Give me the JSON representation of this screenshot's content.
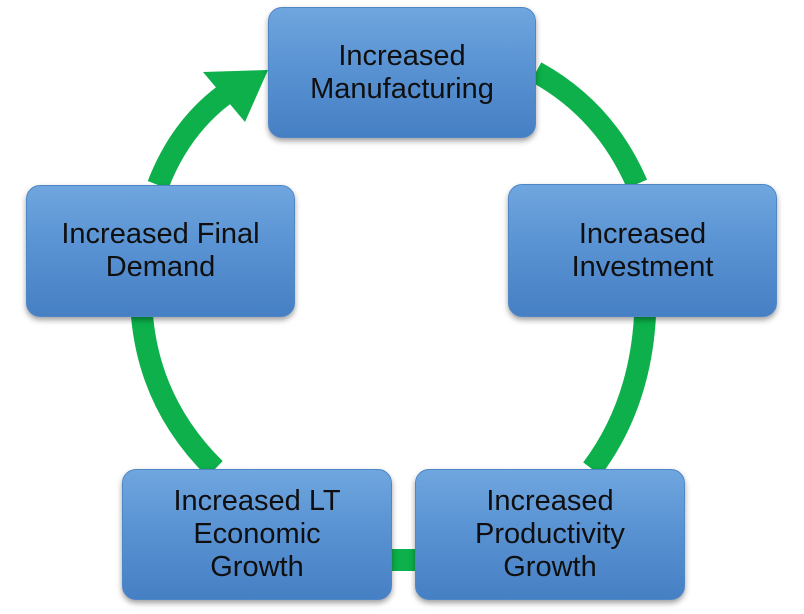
{
  "diagram": {
    "colors": {
      "arrow": "#0db04b",
      "node_fill": "#5b95d4",
      "node_border": "#4f86c6",
      "text": "#0f0f0f"
    },
    "nodes": [
      {
        "id": "manufacturing",
        "label": "Increased\nManufacturing"
      },
      {
        "id": "investment",
        "label": "Increased\nInvestment"
      },
      {
        "id": "productivity",
        "label": "Increased\nProductivity\nGrowth"
      },
      {
        "id": "lt_growth",
        "label": "Increased LT\nEconomic\nGrowth"
      },
      {
        "id": "final_demand",
        "label": "Increased Final\nDemand"
      }
    ],
    "flow": [
      "manufacturing",
      "investment",
      "productivity",
      "lt_growth",
      "final_demand",
      "manufacturing"
    ]
  }
}
